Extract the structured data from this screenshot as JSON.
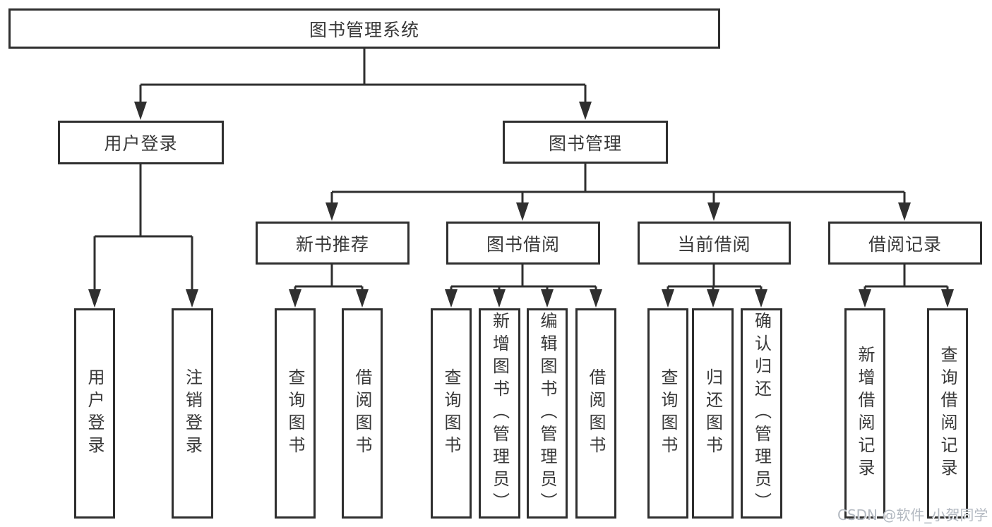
{
  "diagram": {
    "colors": {
      "line": "#2f2f2f",
      "box_background": "#ffffff",
      "text": "#383838",
      "watermark": "#b3b9c1"
    },
    "nodes": {
      "root": {
        "label": "图书管理系统"
      },
      "level2": [
        {
          "label": "用户登录"
        },
        {
          "label": "图书管理"
        }
      ],
      "level3": [
        {
          "label": "新书推荐"
        },
        {
          "label": "图书借阅"
        },
        {
          "label": "当前借阅"
        },
        {
          "label": "借阅记录"
        }
      ],
      "leaves": [
        {
          "label": "用户登录"
        },
        {
          "label": "注销登录"
        },
        {
          "label": "查询图书"
        },
        {
          "label": "借阅图书"
        },
        {
          "label": "查询图书"
        },
        {
          "label": "新增图书（管理员）"
        },
        {
          "label": "编辑图书（管理员）"
        },
        {
          "label": "借阅图书"
        },
        {
          "label": "查询图书"
        },
        {
          "label": "归还图书"
        },
        {
          "label": "确认归还（管理员）"
        },
        {
          "label": "新增借阅记录"
        },
        {
          "label": "查询借阅记录"
        }
      ]
    },
    "watermark": {
      "text": "CSDN @软件_小贺同学"
    }
  }
}
